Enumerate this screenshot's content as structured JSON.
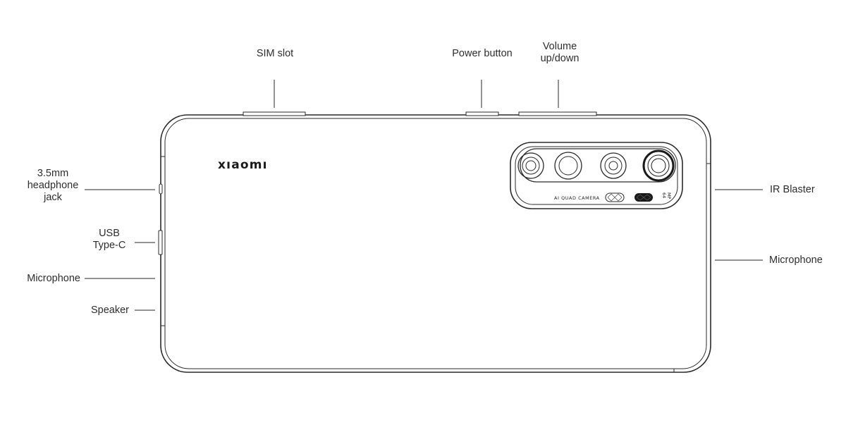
{
  "brand": "xıaomı",
  "camera": {
    "label": "AI QUAD CAMERA",
    "mp_top": "64",
    "mp_bottom": "MP"
  },
  "labels": {
    "sim_slot": "SIM slot",
    "power_button": "Power button",
    "volume": [
      "Volume",
      "up/down"
    ],
    "headphone_jack": [
      "3.5mm",
      "headphone",
      "jack"
    ],
    "usb": [
      "USB",
      "Type-C"
    ],
    "microphone_left": "Microphone",
    "speaker": "Speaker",
    "ir_blaster": "IR Blaster",
    "microphone_right": "Microphone"
  },
  "colors": {
    "line": "#2a2a2a",
    "body_fill": "#ffffff",
    "text": "#2e2e2e"
  }
}
